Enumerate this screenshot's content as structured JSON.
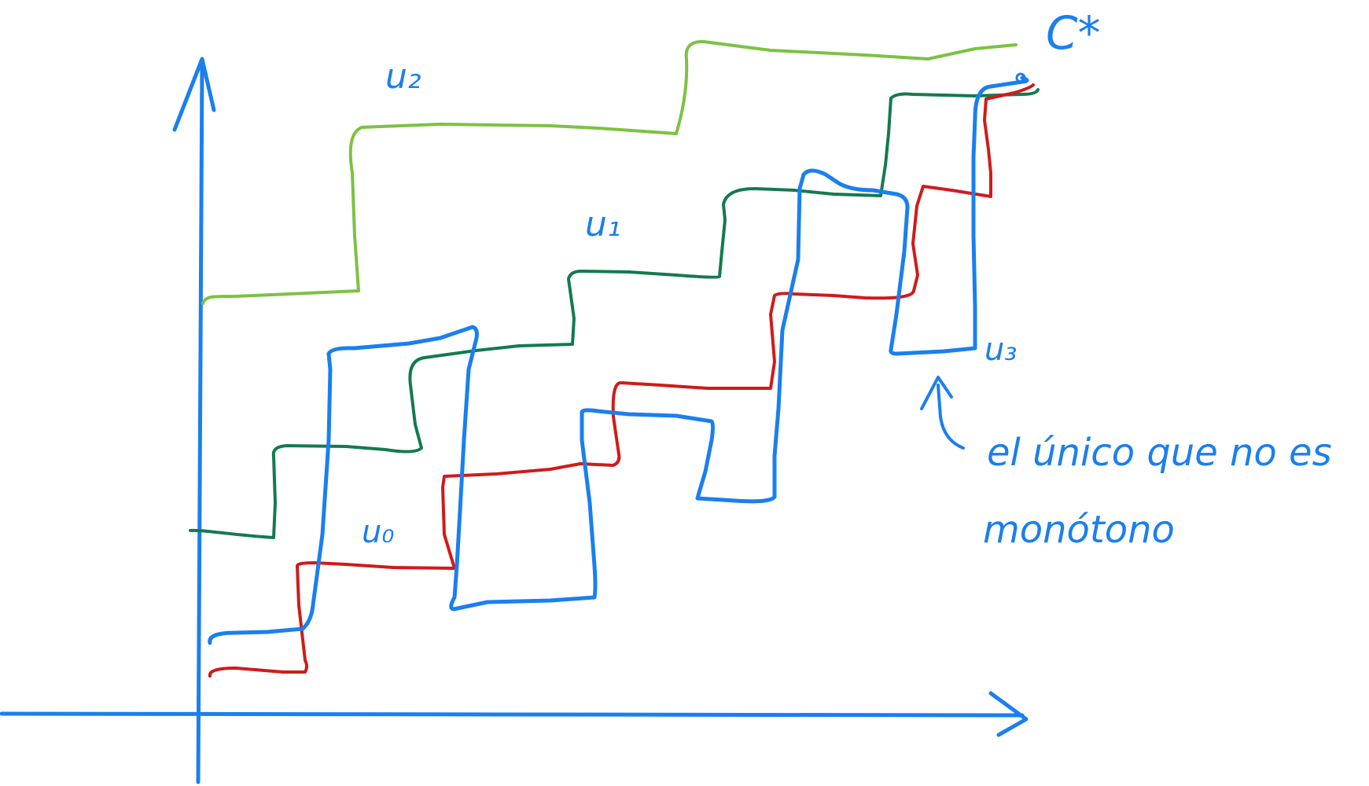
{
  "labels": {
    "u2": "u₂",
    "u1": "u₁",
    "u0": "u₀",
    "u3": "u₃",
    "c_star": "C*"
  },
  "note": {
    "line1": "el único que no es",
    "line2": "monótono"
  },
  "colors": {
    "axes": "#1a7ff0",
    "u2": "#7cc242",
    "u1": "#137a4f",
    "u0": "#d11a1a",
    "u3": "#1a7ff0"
  },
  "icons": {
    "annotation_arrow": "up-arrow-icon"
  }
}
